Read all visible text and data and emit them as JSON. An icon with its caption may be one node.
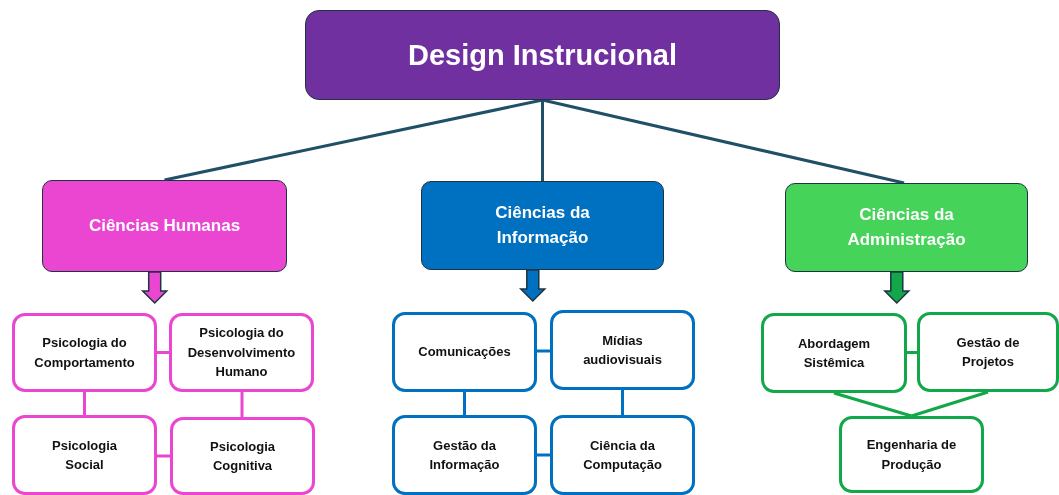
{
  "diagram": {
    "title": "Design Instrucional",
    "nodes": [
      {
        "text": [
          "Ciências Humanas"
        ]
      },
      {
        "text": [
          "Ciências da Informação"
        ]
      },
      {
        "text": [
          "Ciências da Administração"
        ]
      },
      {
        "text": [
          "Psicologia do Comportamento"
        ]
      },
      {
        "text": [
          "Psicologia do Desenvolvimento Humano"
        ]
      },
      {
        "text": [
          "Psicologia Social"
        ]
      },
      {
        "text": [
          "Psicologia Cognitiva"
        ]
      },
      {
        "text": [
          "Comunicações"
        ]
      },
      {
        "text": [
          "Mídias audiovisuais"
        ]
      },
      {
        "text": [
          "Gestão da Informação"
        ]
      },
      {
        "text": [
          "Ciência da Computação"
        ]
      },
      {
        "text": [
          "Abordagem Sistêmica"
        ]
      },
      {
        "text": [
          "Gestão de Projetos"
        ]
      },
      {
        "text": [
          "Engenharia de Produção"
        ]
      }
    ],
    "edges": [
      {
        "from": null,
        "to": 0,
        "arrow": "none",
        "color": "#1f5066"
      },
      {
        "from": null,
        "to": 1,
        "arrow": "none",
        "color": "#1f5066"
      },
      {
        "from": null,
        "to": 2,
        "arrow": "none",
        "color": "#1f5066"
      },
      {
        "from": 0,
        "to": null,
        "arrow": "to",
        "style": "thick",
        "color": "#ea46d2"
      },
      {
        "from": 1,
        "to": null,
        "arrow": "to",
        "style": "thick",
        "color": "#0070c0"
      },
      {
        "from": 2,
        "to": null,
        "arrow": "to",
        "style": "thick",
        "color": "#12a84a"
      },
      {
        "from": 3,
        "to": 4,
        "arrow": "none",
        "color": "#ea46d2"
      },
      {
        "from": 3,
        "to": 5,
        "arrow": "none",
        "color": "#ea46d2"
      },
      {
        "from": 4,
        "to": 6,
        "arrow": "none",
        "color": "#ea46d2"
      },
      {
        "from": 5,
        "to": 6,
        "arrow": "none",
        "color": "#ea46d2"
      },
      {
        "from": 7,
        "to": 8,
        "arrow": "none",
        "color": "#0070c0"
      },
      {
        "from": 7,
        "to": 9,
        "arrow": "none",
        "color": "#0070c0"
      },
      {
        "from": 8,
        "to": 10,
        "arrow": "none",
        "color": "#0070c0"
      },
      {
        "from": 9,
        "to": 10,
        "arrow": "none",
        "color": "#0070c0"
      },
      {
        "from": 11,
        "to": 12,
        "arrow": "none",
        "color": "#12a84a"
      },
      {
        "from": 11,
        "to": 13,
        "arrow": "none",
        "color": "#12a84a"
      },
      {
        "from": 12,
        "to": 13,
        "arrow": "none",
        "color": "#12a84a"
      }
    ]
  }
}
